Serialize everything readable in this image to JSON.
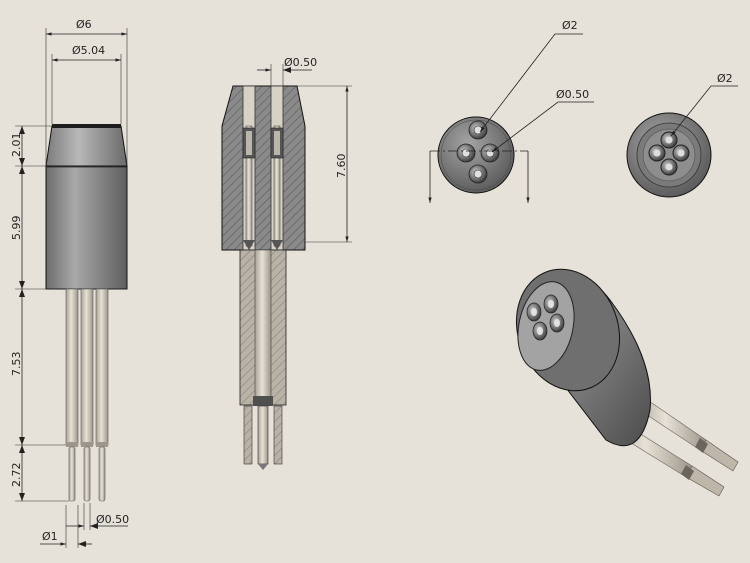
{
  "dimensions": {
    "d6": "Ø6",
    "d504": "Ø5.04",
    "h201": "2.01",
    "h599": "5.99",
    "h753": "7.53",
    "h272": "2.72",
    "d1": "Ø1",
    "d050_pins": "Ø0.50",
    "d050_section": "Ø0.50",
    "h760": "7.60",
    "d2_front": "Ø2",
    "d050_front": "Ø0.50",
    "d2_back": "Ø2"
  },
  "colors": {
    "background": "#e6e2d9",
    "body": "#8a8a8a",
    "pin": "#cfc8bd",
    "hatch": "#7d7d7d"
  }
}
